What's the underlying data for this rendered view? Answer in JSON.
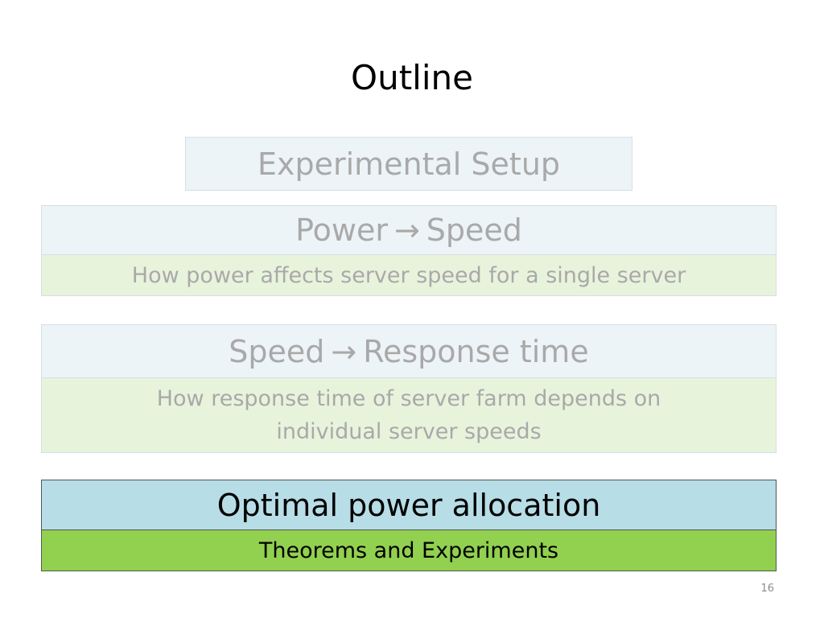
{
  "slide": {
    "title": "Outline",
    "page_number": "16"
  },
  "sections": [
    {
      "heading": "Experimental Setup"
    },
    {
      "heading_left": "Power",
      "arrow": "→",
      "heading_right": "Speed",
      "subtitle": "How power affects server speed for a single server"
    },
    {
      "heading_left": "Speed",
      "arrow": "→",
      "heading_right": "Response time",
      "subtitle_line1": "How response time of server farm depends on",
      "subtitle_line2": "individual server speeds"
    },
    {
      "heading": "Optimal power allocation",
      "subtitle": "Theorems and Experiments",
      "state": "active"
    }
  ],
  "colors": {
    "faded_header_bg": "#edf4f8",
    "faded_subtitle_bg": "#e8f3dc",
    "active_header_bg": "#b7dde6",
    "active_subtitle_bg": "#92d050",
    "faded_text": "#a9a9a9"
  }
}
